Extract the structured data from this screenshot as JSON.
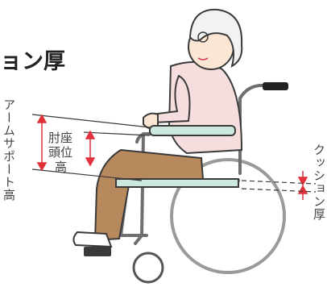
{
  "heading": "ョン厚",
  "labels": {
    "armrest_height": "アームサポート高",
    "elbow_height_line1": "肘座",
    "elbow_height_line2": "頭位",
    "elbow_height_line3": "高",
    "cushion_thickness": "クッション厚"
  },
  "colors": {
    "outline": "#3a3a3a",
    "measure_red": "#e0303a",
    "shirt": "#f6dede",
    "pants": "#b8895c",
    "cushion": "#cde8dc",
    "skin": "#fbe6d4",
    "hair": "#f2f2f2",
    "wheel_gray": "#9a9a9a"
  }
}
